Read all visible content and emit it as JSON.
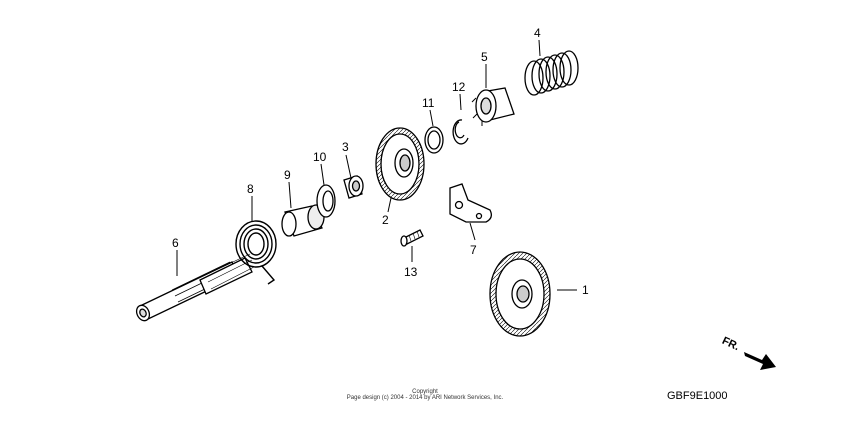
{
  "diagram": {
    "callouts": [
      {
        "id": "c1",
        "text": "1"
      },
      {
        "id": "c2",
        "text": "2"
      },
      {
        "id": "c3",
        "text": "3"
      },
      {
        "id": "c4",
        "text": "4"
      },
      {
        "id": "c5",
        "text": "5"
      },
      {
        "id": "c6",
        "text": "6"
      },
      {
        "id": "c7",
        "text": "7"
      },
      {
        "id": "c8",
        "text": "8"
      },
      {
        "id": "c9",
        "text": "9"
      },
      {
        "id": "c10",
        "text": "10"
      },
      {
        "id": "c11",
        "text": "11"
      },
      {
        "id": "c12",
        "text": "12"
      },
      {
        "id": "c13",
        "text": "13"
      }
    ],
    "fr_label": "FR.",
    "copyright_line1": "Copyright",
    "copyright_line2": "Page design (c) 2004 - 2014 by ARI Network Services, Inc.",
    "diagram_code": "GBF9E1000"
  }
}
